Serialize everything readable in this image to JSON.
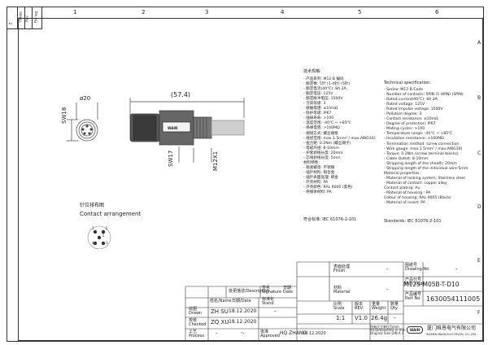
{
  "border": {
    "columns": [
      "1",
      "2",
      "3",
      "4",
      "5",
      "6"
    ],
    "rows": [
      "A",
      "B",
      "C",
      "D",
      "E",
      "F"
    ],
    "corner": {
      "filetag": "File tag",
      "rev": "Rev",
      "ydate": "Y/Date",
      "z": "Z"
    }
  },
  "drawing": {
    "front_diameter": "ø20",
    "front_size": "SW18",
    "length": "(57.4)",
    "thread": "M12X1",
    "wrench": "SW17",
    "logo": "WAIN"
  },
  "arrangement": {
    "title_cn": "针位排布图",
    "title_en": "Contact arrangement",
    "pins": [
      "1",
      "2",
      "3",
      "4",
      "5"
    ]
  },
  "spec_cn": {
    "heading": "技术规格:",
    "lines": [
      "- 产品系列: M12-B 编码",
      "- 额定数:     5针  (1-4针)     (5针)",
      "- 额定电流(40℃):        8A          2A",
      "- 额定电压: 125V",
      "- 额定脉冲电压: 1500V",
      "- 污染等级: 3",
      "- 接触电阻: ≤10mΩ",
      "- 防护等级: IP67",
      "- 插拔寿命: >100",
      "- 温度范围: -40℃ ~ +85℃",
      "- 绝缘电阻: >100MΩ",
      "- 端接方式: 螺丝端接",
      "- 线径范围: max.1.5mm² / max.AWG16)",
      "- 扭力矩: 0.2Nm (螺丝端子)",
      "- 电缆外径: 8-10mm",
      "- 护套剥线长度: 20mm",
      "- 芯线剥线长度: 5mm",
      "材料特性:",
      "- 锁紧螺母: 不锈钢",
      "- 插针材料: 铜合金",
      "- 插针表面处理: 镀金",
      "- 外壳材料: PA",
      "- 外壳颜色: RAL 9005 (黑色)",
      "- 绝缘体材料: PA"
    ],
    "standards": "符合标准: IEC 61076-2-101"
  },
  "spec_en": {
    "heading": "Technical specification:",
    "lines": [
      "- Series: M12 B-Code",
      "- Number of contacts: 5PIN  (1-4PIN)  (5PIN)",
      "- Rated current(40℃):           8A          2A",
      "- Rated voltage: 125V",
      "- Rated impulse voltage: 1500V",
      "- Pollution degree: 3",
      "- Contact resistance: ≤10mΩ",
      "- Degree of protection: IP67",
      "- Mating cycles: >100",
      "- Temperature range: -40℃ ~ +85℃",
      "- Insulation resistance: >100MΩ",
      "- Termination method: screw connection",
      "- Wire gauge: max.1.5mm² / max.AWG16)",
      "- Torque: 0.2Nm (screw terminal blocks)",
      "- Cable Outlet: 8-10mm",
      "- Stripping length of the sheath: 20mm",
      "- Stripping length of the individual wire:5mm",
      "Material properties :",
      "- Material of locking system: Stainless steel",
      "- Material of contact: copper alloy",
      "  Contact plating: Au",
      "- Material of housing : PA",
      "  Colour of housing: RAL 9005 (Black)",
      "- Material of insert: PA"
    ],
    "standards": "Standards: IEC 61076-2-101"
  },
  "title_block": {
    "finish_cn": "表面处理",
    "finish_en": "Finish",
    "finish_value": "-",
    "material_cn": "材料",
    "material_en": "Material",
    "material_value": "-",
    "scale_cn": "比例",
    "scale_en": "Scale",
    "scale_value": "1:1",
    "rev_cn": "版本",
    "rev_en": "REV.",
    "rev_value": "V1.0",
    "weight_cn": "重量",
    "weight_en": "Weight",
    "weight_value": "26.4g",
    "qty_cn": "数量",
    "qty_en": "Qty.",
    "qty_value": "-",
    "note_cn": "所有尺寸单位为mm",
    "note_en1": "All Dimensions in mm",
    "note_en2": "Original Size DIN A 4",
    "company_cn": "厦门唯恩电气有限公司",
    "company_en": "XIAMEN WAIN ELECTRICAL CO.,LTD.",
    "company_logo": "WAIN",
    "drawing_no_label_cn": "图纸号",
    "drawing_no_label_en": "Drawing No.",
    "drawing_no_value": "-",
    "part_code_label_cn": "产品代号",
    "part_code_label_en": "Part Code",
    "part_code_value": "M12S-M05B-T-D10",
    "part_no_label_cn": "产品编号",
    "part_no_label_en": "Part No.",
    "part_no_value": "1630054111005",
    "desc_header_cn": "变更描述",
    "desc_header_en": "/Description",
    "sig_header_cn": "签名",
    "sig_header_en": "Signature",
    "date_header_cn": "日期",
    "date_header_en": "Date",
    "name_header_cn": "姓名",
    "name_header_en": "/Name",
    "date2_header_cn": "日期",
    "date2_header_en": "/Date",
    "std_header_cn": "标准化",
    "std_header_en": "Stand.",
    "drawn_cn": "绘图",
    "drawn_en": "Drawn",
    "drawn_name": "ZH  SU",
    "drawn_date": "18.12.2020",
    "checked_cn": "校核",
    "checked_en": "Checked",
    "checked_name": "ZQ  XU",
    "checked_date": "18.12.2020",
    "process_cn": "工艺",
    "process_en": "Process",
    "process_name": "-",
    "process_date": "-",
    "approved_cn": "批准",
    "approved_en": "Approved",
    "approved_name": "HQ  ZHANG",
    "approved_date": "18.12.2020",
    "stand_value": "-",
    "dash": "-"
  }
}
